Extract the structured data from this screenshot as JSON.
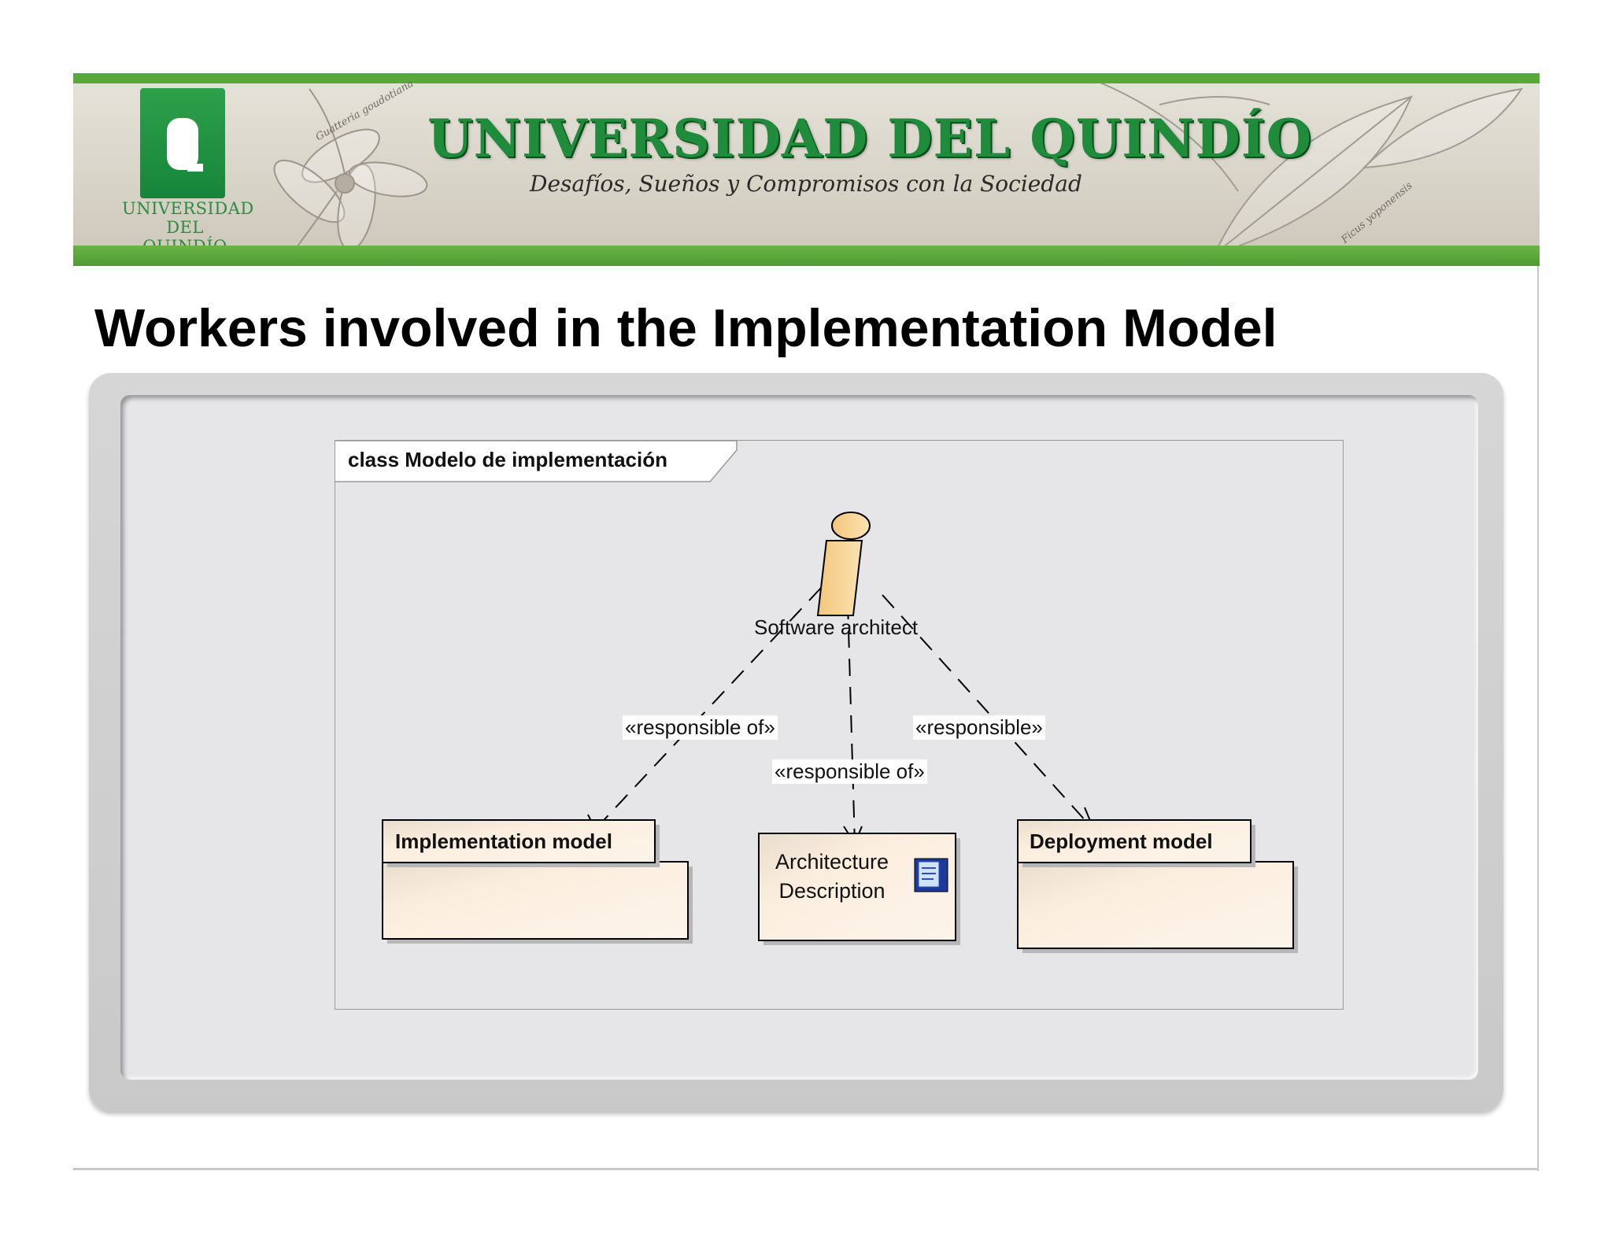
{
  "banner": {
    "university_name": "UNIVERSIDAD DEL QUINDÍO",
    "tagline": "Desafíos, Sueños y Compromisos con la Sociedad",
    "logo_text_line1": "UNIVERSIDAD",
    "logo_text_line2": "DEL QUINDÍO",
    "deco_text_1": "Guatteria goudotiana",
    "deco_text_2": "Ficus yoponensis",
    "colors": {
      "green_bar": "#5aa83a",
      "title_green": "#1f8c3b"
    }
  },
  "slide": {
    "title": "Workers involved in the Implementation Model"
  },
  "diagram": {
    "frame_label": "class Modelo de implementación",
    "actor": {
      "name": "Software architect",
      "icon": "worker-icon"
    },
    "relations": [
      {
        "label": "«responsible of»",
        "target": "Implementation model"
      },
      {
        "label": "«responsible of»",
        "target": "Architecture Description"
      },
      {
        "label": "«responsible»",
        "target": "Deployment model"
      }
    ],
    "packages": {
      "implementation": "Implementation model",
      "deployment": "Deployment model"
    },
    "artifact": {
      "line1": "Architecture",
      "line2": "Description",
      "icon": "document-icon"
    },
    "colors": {
      "element_fill": "#fbeedf",
      "actor_fill": "#f7d79a"
    }
  }
}
